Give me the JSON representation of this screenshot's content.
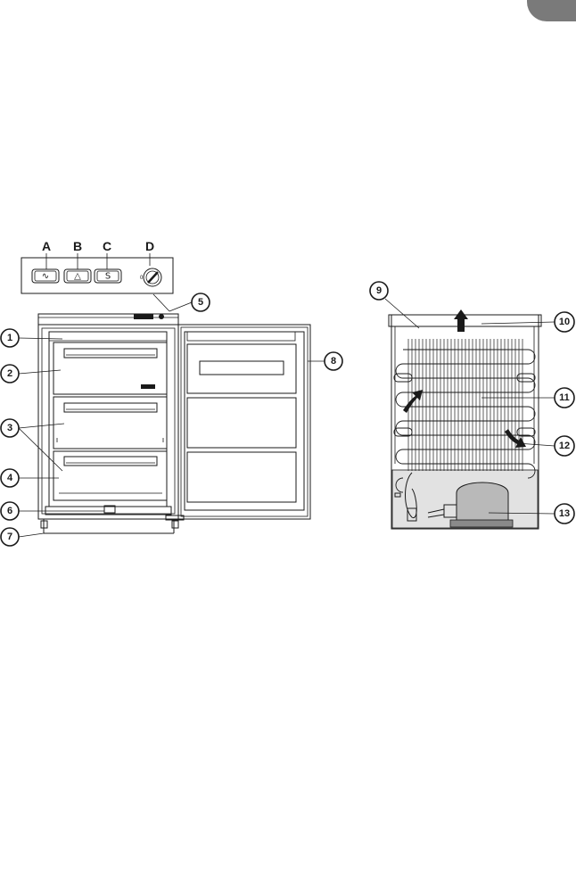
{
  "control_panel": {
    "letters": [
      "A",
      "B",
      "C",
      "D"
    ],
    "buttons": [
      "∿",
      "△",
      "S"
    ],
    "dial_mark": "0"
  },
  "front_view_callouts": [
    "1",
    "2",
    "3",
    "4",
    "5",
    "6",
    "7",
    "8"
  ],
  "rear_view_callouts": [
    "9",
    "10",
    "11",
    "12",
    "13"
  ],
  "colors": {
    "badge": "#7a7a7a",
    "compressor": "#b9b9b9",
    "compressor_area": "#e2e2e2"
  }
}
